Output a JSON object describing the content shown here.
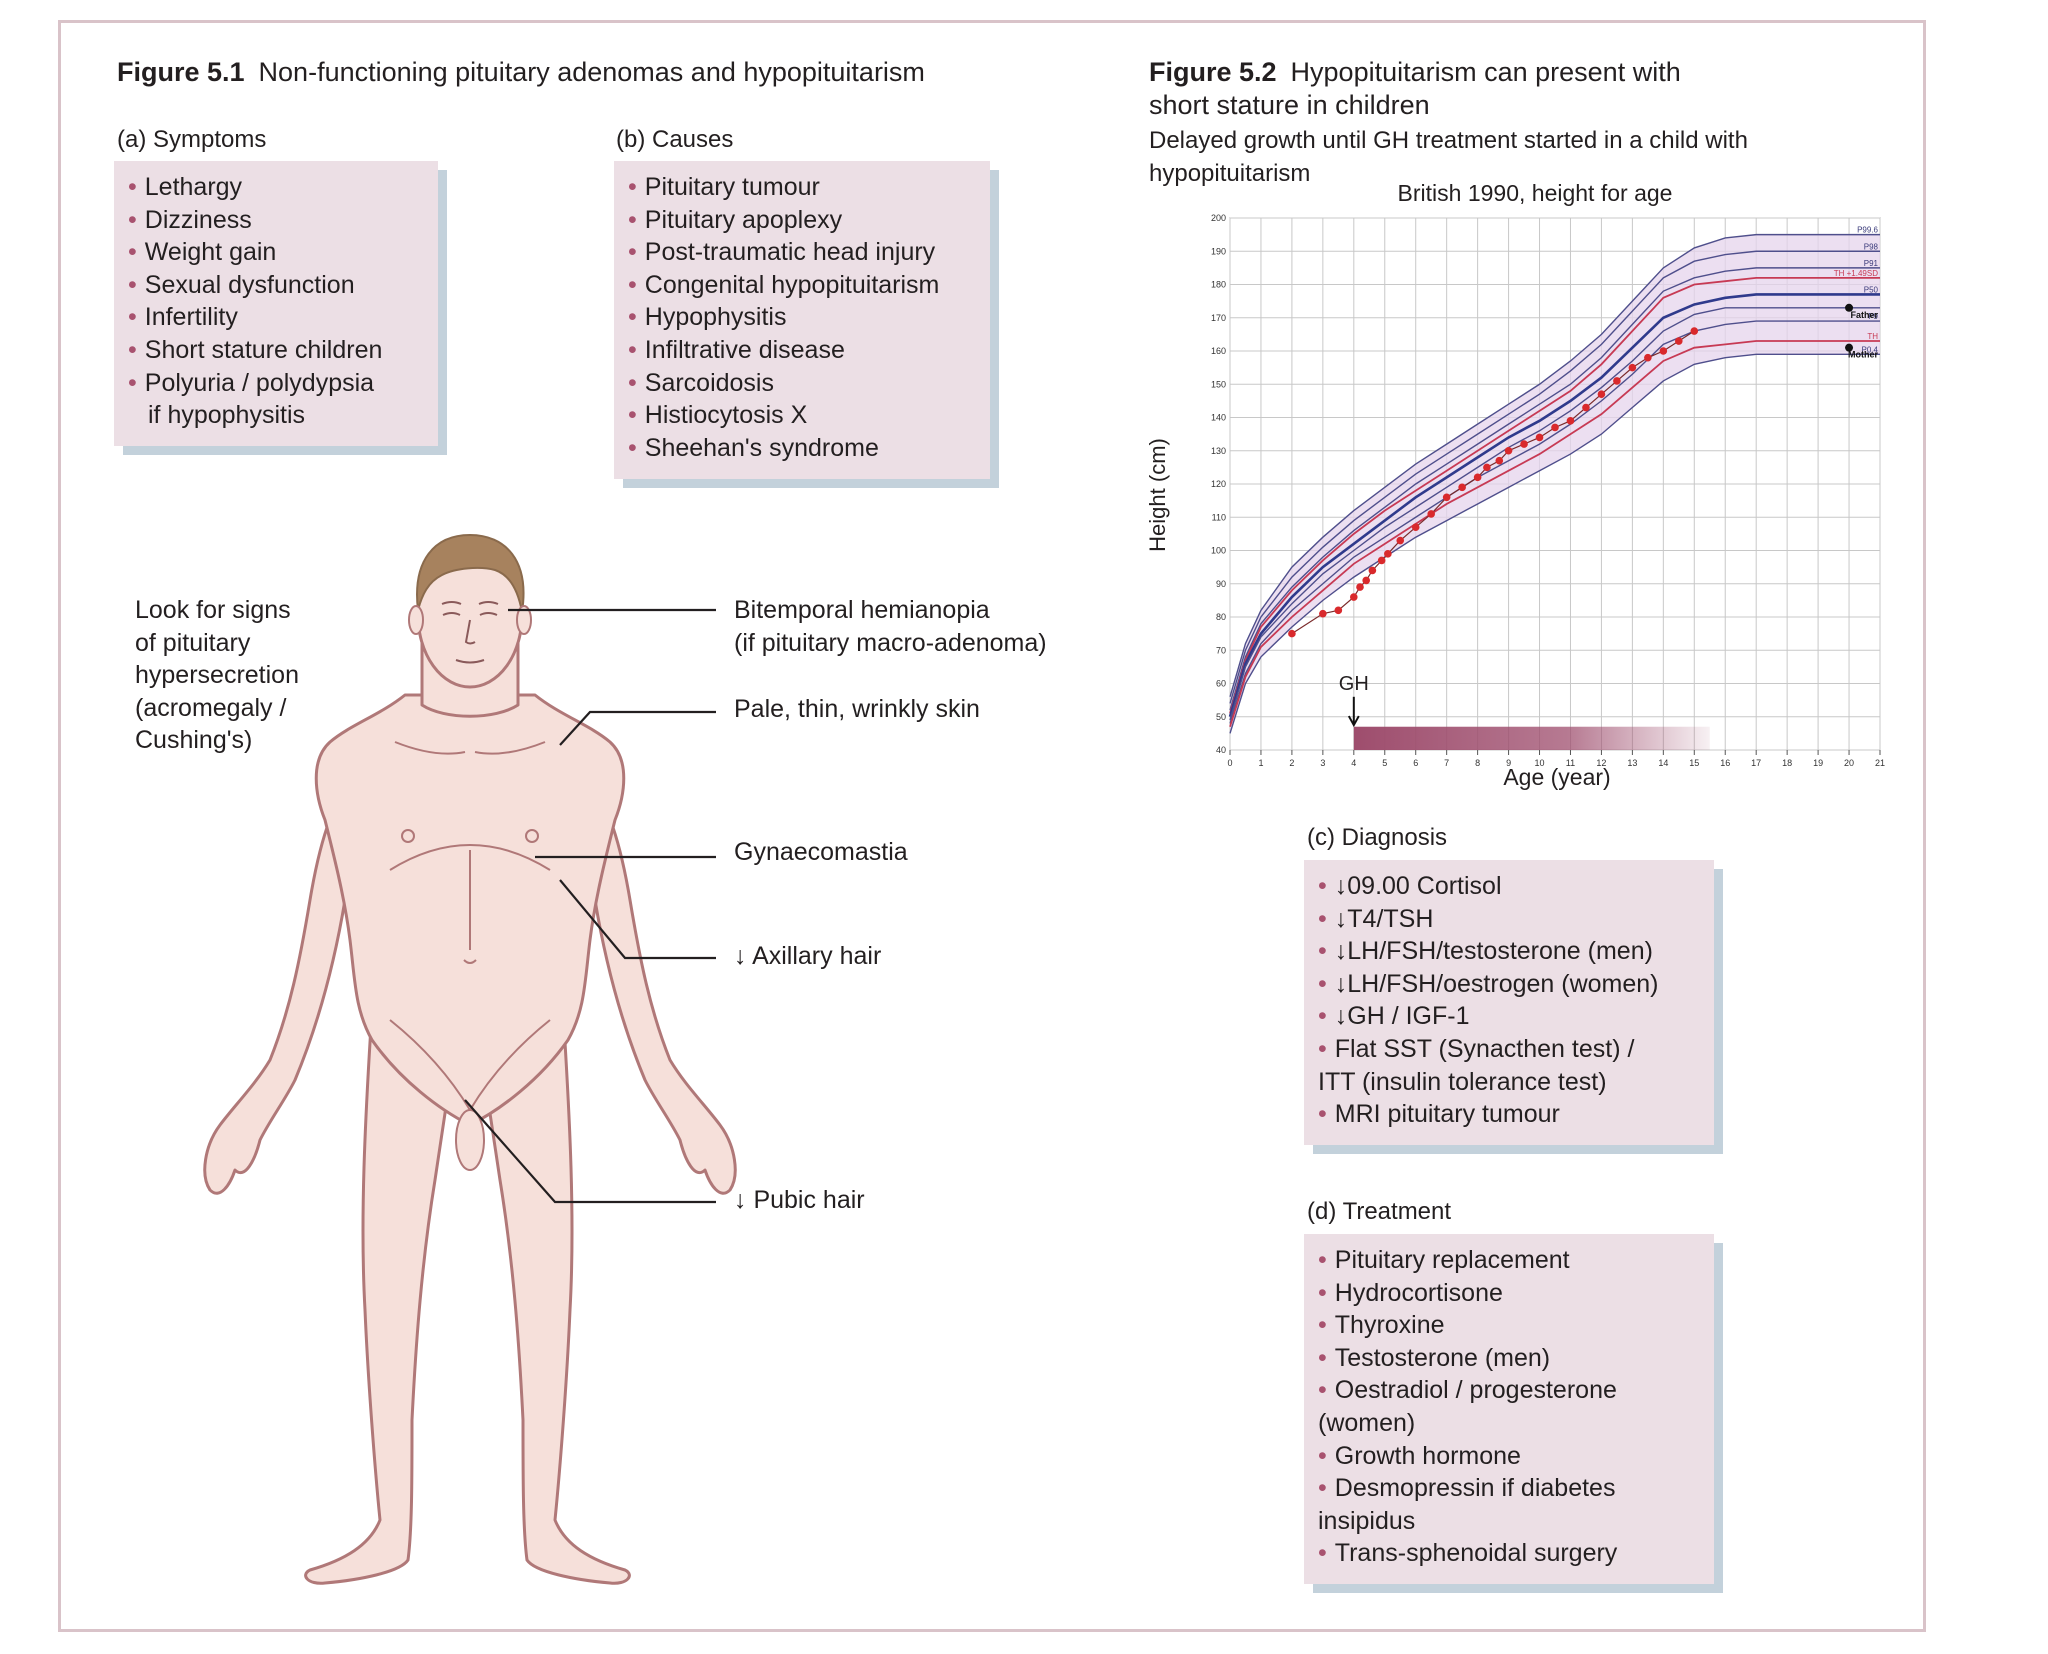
{
  "figure1": {
    "number": "Figure 5.1",
    "title": "Non-functioning pituitary adenomas and hypopituitarism",
    "symptoms": {
      "heading": "(a) Symptoms",
      "items": [
        "Lethargy",
        "Dizziness",
        "Weight gain",
        "Sexual dysfunction",
        "Infertility",
        "Short stature children",
        "Polyuria / polydypsia",
        "if hypophysitis"
      ]
    },
    "causes": {
      "heading": "(b) Causes",
      "items": [
        "Pituitary tumour",
        "Pituitary apoplexy",
        "Post-traumatic head injury",
        "Congenital hypopituitarism",
        "Hypophysitis",
        "Infiltrative disease",
        "Sarcoidosis",
        "Histiocytosis X",
        "Sheehan's syndrome"
      ]
    },
    "body_labels": {
      "look_for": [
        "Look for signs",
        "of pituitary",
        "hypersecretion",
        "(acromegaly /",
        "Cushing's)"
      ],
      "hemianopia": [
        "Bitemporal hemianopia",
        "(if pituitary macro-adenoma)"
      ],
      "skin": "Pale, thin, wrinkly skin",
      "gynaecomastia": "Gynaecomastia",
      "axillary": "↓ Axillary hair",
      "pubic": "↓ Pubic hair"
    }
  },
  "figure2": {
    "number": "Figure 5.2",
    "title_lines": [
      "Hypopituitarism can present with",
      "short stature in children"
    ],
    "subtitle_lines": [
      "Delayed growth until GH treatment started in a child with",
      "hypopituitarism"
    ],
    "chart_title": "British 1990, height for age",
    "gh_label": "GH",
    "percentile_labels": [
      "P99.6",
      "P98",
      "P91",
      "TH +1.49SD",
      "P50",
      "P9",
      "TH",
      "P0.4"
    ],
    "right_labels": [
      "Father",
      "Mother"
    ]
  },
  "diagnosis": {
    "heading": "(c) Diagnosis",
    "items": [
      "↓09.00 Cortisol",
      "↓T4/TSH",
      "↓LH/FSH/testosterone (men)",
      "↓LH/FSH/oestrogen (women)",
      "↓GH / IGF-1",
      "Flat SST (Synacthen test) /",
      "ITT (insulin tolerance test)",
      "MRI pituitary tumour"
    ],
    "bullets": [
      true,
      true,
      true,
      true,
      true,
      true,
      false,
      true
    ]
  },
  "treatment": {
    "heading": "(d) Treatment",
    "items": [
      "Pituitary replacement",
      "Hydrocortisone",
      "Thyroxine",
      "Testosterone (men)",
      "Oestradiol / progesterone",
      "(women)",
      "Growth hormone",
      "Desmopressin if diabetes",
      "insipidus",
      "Trans-sphenoidal surgery"
    ],
    "bullets": [
      true,
      true,
      true,
      true,
      true,
      false,
      true,
      true,
      false,
      true
    ]
  },
  "chart_data": {
    "type": "line",
    "title": "British 1990, height for age",
    "xlabel": "Age (year)",
    "ylabel": "Height (cm)",
    "xlim": [
      0,
      21
    ],
    "ylim": [
      40,
      200
    ],
    "x_ticks": [
      0,
      1,
      2,
      3,
      4,
      5,
      6,
      7,
      8,
      9,
      10,
      11,
      12,
      13,
      14,
      15,
      16,
      17,
      18,
      19,
      20,
      21
    ],
    "y_ticks": [
      40,
      50,
      60,
      70,
      80,
      90,
      100,
      110,
      120,
      130,
      140,
      150,
      160,
      170,
      180,
      190,
      200
    ],
    "grid": true,
    "percentile_x": [
      0,
      0.5,
      1,
      2,
      3,
      4,
      5,
      6,
      7,
      8,
      9,
      10,
      11,
      12,
      13,
      14,
      15,
      16,
      17,
      18,
      21
    ],
    "percentiles": [
      {
        "name": "P99.6",
        "values": [
          56,
          72,
          82,
          95,
          104,
          112,
          119,
          126,
          132,
          138,
          144,
          150,
          157,
          165,
          175,
          185,
          191,
          194,
          195,
          195,
          195
        ]
      },
      {
        "name": "P98",
        "values": [
          54,
          70,
          80,
          92,
          101,
          109,
          116,
          123,
          129,
          135,
          141,
          147,
          154,
          162,
          172,
          182,
          187,
          189,
          190,
          190,
          190
        ]
      },
      {
        "name": "P91",
        "values": [
          52,
          68,
          78,
          89,
          98,
          106,
          113,
          120,
          126,
          132,
          138,
          144,
          150,
          158,
          168,
          178,
          182,
          184,
          185,
          185,
          185
        ]
      },
      {
        "name": "TH +1.49SD",
        "values": [
          51,
          67,
          77,
          88,
          97,
          105,
          112,
          118,
          124,
          130,
          136,
          142,
          148,
          156,
          166,
          176,
          180,
          181,
          182,
          182,
          182
        ]
      },
      {
        "name": "P50",
        "values": [
          50,
          66,
          75,
          86,
          95,
          102,
          109,
          116,
          122,
          128,
          134,
          139,
          145,
          152,
          161,
          170,
          174,
          176,
          177,
          177,
          177
        ]
      },
      {
        "name": "P25",
        "values": [
          49,
          65,
          74,
          84,
          93,
          100,
          107,
          113,
          119,
          125,
          131,
          136,
          142,
          149,
          157,
          166,
          171,
          173,
          173,
          173,
          173
        ]
      },
      {
        "name": "P9",
        "values": [
          48,
          63,
          72,
          82,
          90,
          98,
          104,
          110,
          116,
          122,
          127,
          132,
          138,
          145,
          153,
          162,
          166,
          168,
          169,
          169,
          169
        ]
      },
      {
        "name": "TH",
        "values": [
          47,
          62,
          71,
          80,
          88,
          96,
          102,
          108,
          114,
          119,
          124,
          129,
          135,
          141,
          149,
          157,
          161,
          162,
          163,
          163,
          163
        ]
      },
      {
        "name": "P0.4",
        "values": [
          45,
          60,
          68,
          77,
          85,
          92,
          98,
          104,
          109,
          114,
          119,
          124,
          129,
          135,
          143,
          151,
          156,
          158,
          159,
          159,
          159
        ]
      }
    ],
    "patient": {
      "x": [
        2,
        3,
        3.5,
        4,
        4.2,
        4.4,
        4.6,
        4.9,
        5.1,
        5.5,
        6,
        6.5,
        7,
        7.5,
        8,
        8.3,
        8.7,
        9,
        9.5,
        10,
        10.5,
        11,
        11.5,
        12,
        12.5,
        13,
        13.5,
        14,
        14.5,
        15
      ],
      "y": [
        75,
        81,
        82,
        86,
        89,
        91,
        94,
        97,
        99,
        103,
        107,
        111,
        116,
        119,
        122,
        125,
        127,
        130,
        132,
        134,
        137,
        139,
        143,
        147,
        151,
        155,
        158,
        160,
        163,
        166
      ]
    },
    "gh_treatment_start": 4,
    "gh_treatment_end": 15.5,
    "father_height": 173,
    "mother_height": 161
  },
  "colors": {
    "box_fill": "#ecdfe5",
    "box_shadow": "#c3d1db",
    "bullet": "#a8526f",
    "skin": "#f6e0da",
    "skin_outline": "#b07878",
    "hair": "#a7825e",
    "band_fill": "#e6d4ec",
    "curve": "#4f4f8c",
    "median": "#2f3a8c",
    "target": "#c73a54",
    "patient": "#d9292c",
    "gh_bar": "#9e4d6d"
  }
}
